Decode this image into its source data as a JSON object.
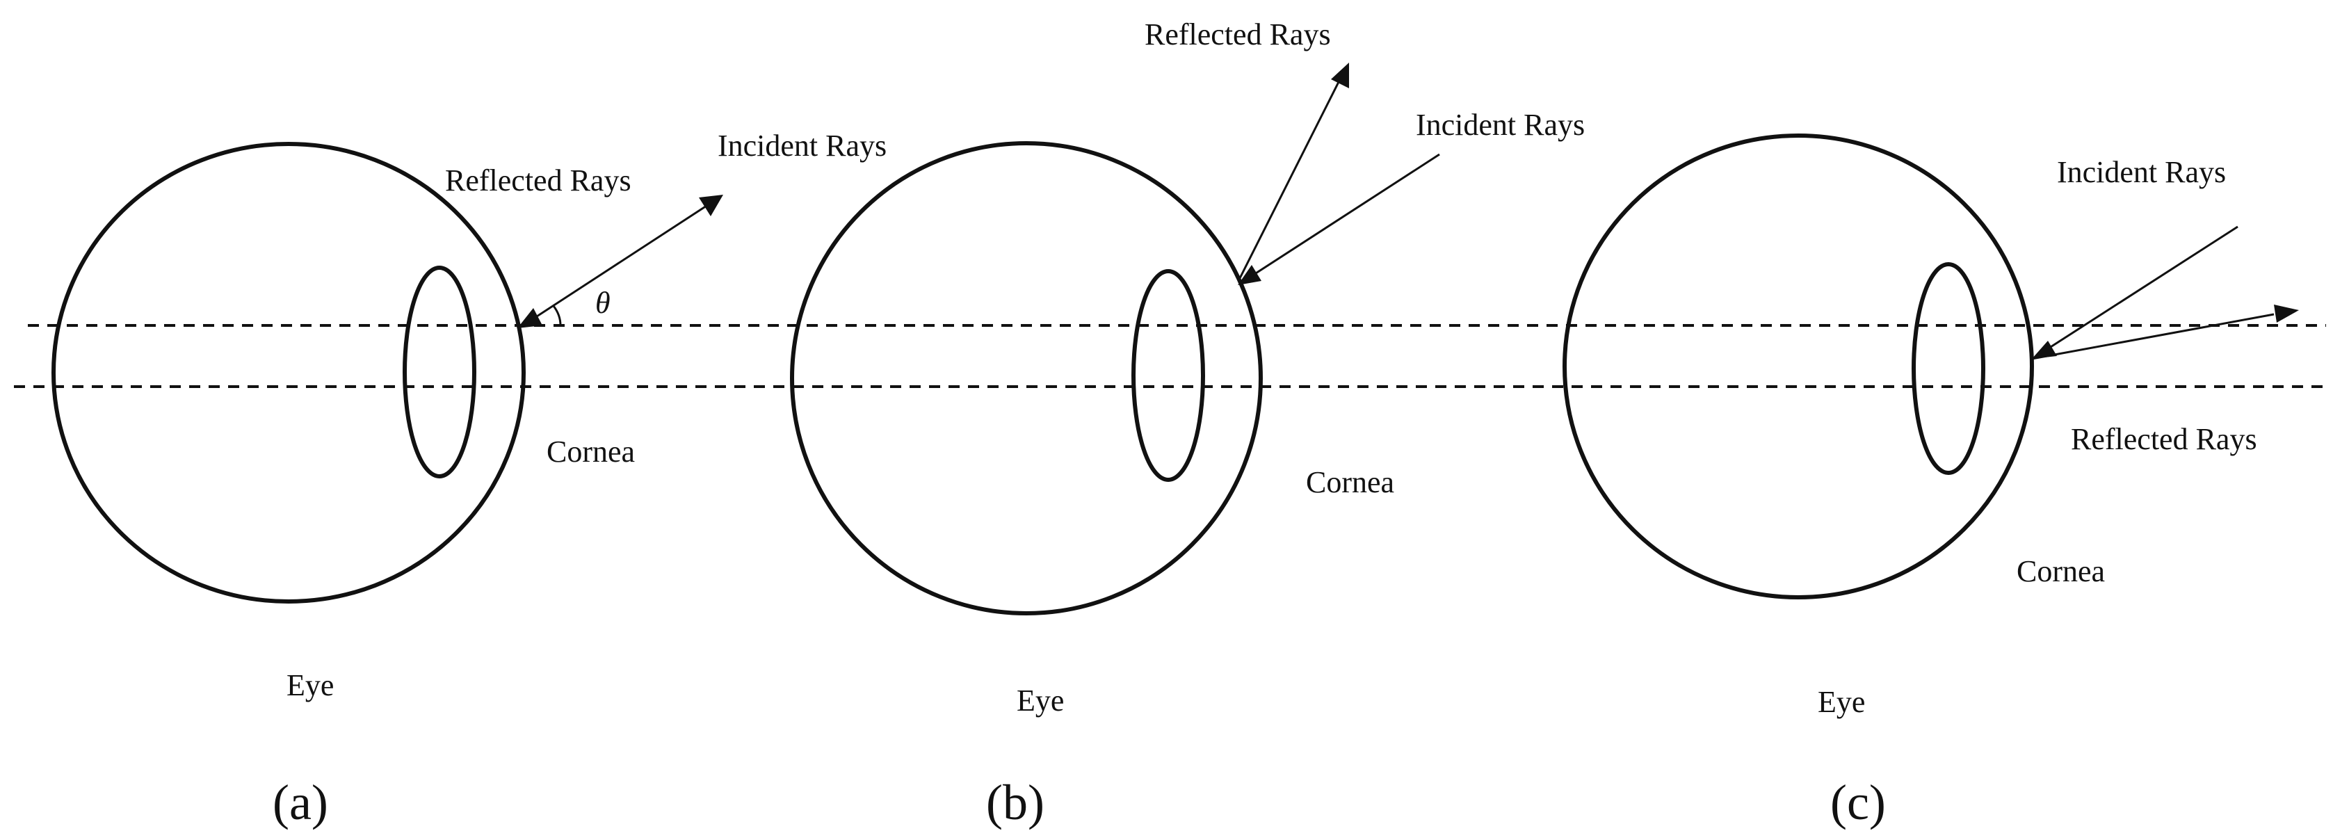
{
  "colors": {
    "stroke": "#111111",
    "background": "#ffffff"
  },
  "panels": [
    {
      "caption": "(a)",
      "eye_label": "Eye",
      "cornea_label": "Cornea",
      "incident_label": "Incident Rays",
      "reflected_label": "Reflected Rays",
      "angle_label": "θ"
    },
    {
      "caption": "(b)",
      "eye_label": "Eye",
      "cornea_label": "Cornea",
      "incident_label": "Incident Rays",
      "reflected_label": "Reflected Rays"
    },
    {
      "caption": "(c)",
      "eye_label": "Eye",
      "cornea_label": "Cornea",
      "incident_label": "Incident Rays",
      "reflected_label": "Reflected Rays"
    }
  ]
}
